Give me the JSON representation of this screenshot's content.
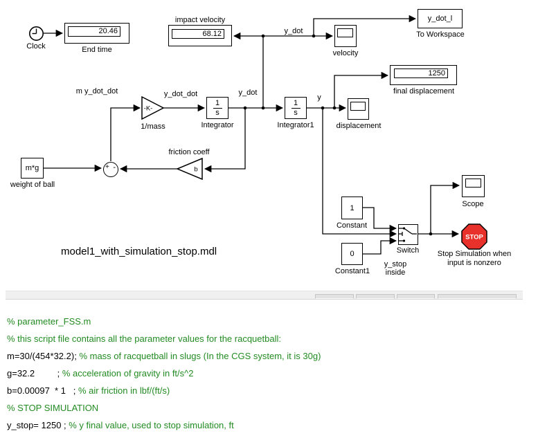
{
  "diagram": {
    "title": "model1_with_simulation_stop.mdl",
    "labels": {
      "m_y_dot_dot": "m y_dot_dot",
      "y_dot_dot": "y_dot_dot",
      "y_dot_top": "y_dot",
      "y_dot_mid": "y_dot",
      "y": "y"
    },
    "blocks": {
      "clock": {
        "label": "Clock"
      },
      "end_time": {
        "label": "End time",
        "value": "20.46"
      },
      "impact_velocity": {
        "label": "impact velocity",
        "value": "68.12"
      },
      "to_workspace": {
        "text": "y_dot_l",
        "label": "To Workspace"
      },
      "velocity_scope": {
        "label": "velocity"
      },
      "final_displacement": {
        "label": "final displacement",
        "value": "1250"
      },
      "displacement_scope": {
        "label": "displacement"
      },
      "integrator": {
        "numerator": "1",
        "denominator": "s",
        "label": "Integrator"
      },
      "integrator1": {
        "numerator": "1",
        "denominator": "s",
        "label": "Integrator1"
      },
      "mass_gain": {
        "text": "-K-",
        "label": "1/mass"
      },
      "friction_gain": {
        "text": "b",
        "label": "friction coeff"
      },
      "weight": {
        "text": "m*g",
        "label": "weight of ball"
      },
      "sum": {
        "sign_left": "+",
        "sign_right": "-"
      },
      "constant": {
        "value": "1",
        "label": "Constant"
      },
      "constant1": {
        "value": "0",
        "label": "Constant1"
      },
      "switch": {
        "label": "Switch",
        "note_line1": "y_stop",
        "note_line2": "inside"
      },
      "scope": {
        "label": "Scope"
      },
      "stop": {
        "text": "STOP",
        "caption_line1": "Stop Simulation when",
        "caption_line2": "input is nonzero",
        "fill": "#e8312a"
      }
    }
  },
  "code": {
    "comment_color": "#228B22",
    "lines": [
      {
        "code": "",
        "comment": "% parameter_FSS.m"
      },
      {
        "code": "",
        "comment": "% this script file contains all the parameter values for the racquetball:"
      },
      {
        "code": "m=30/(454*32.2); ",
        "comment": "% mass of racquetball in slugs (In the CGS system, it is 30g)"
      },
      {
        "code": "g=32.2         ; ",
        "comment": "% acceleration of gravity in ft/s^2"
      },
      {
        "code": "b=0.00097  * 1   ; ",
        "comment": "% air friction in lbf/(ft/s)"
      },
      {
        "code": "",
        "comment": "% STOP SIMULATION"
      },
      {
        "code": "y_stop= 1250 ; ",
        "comment": "% y final value, used to stop simulation, ft"
      }
    ]
  }
}
